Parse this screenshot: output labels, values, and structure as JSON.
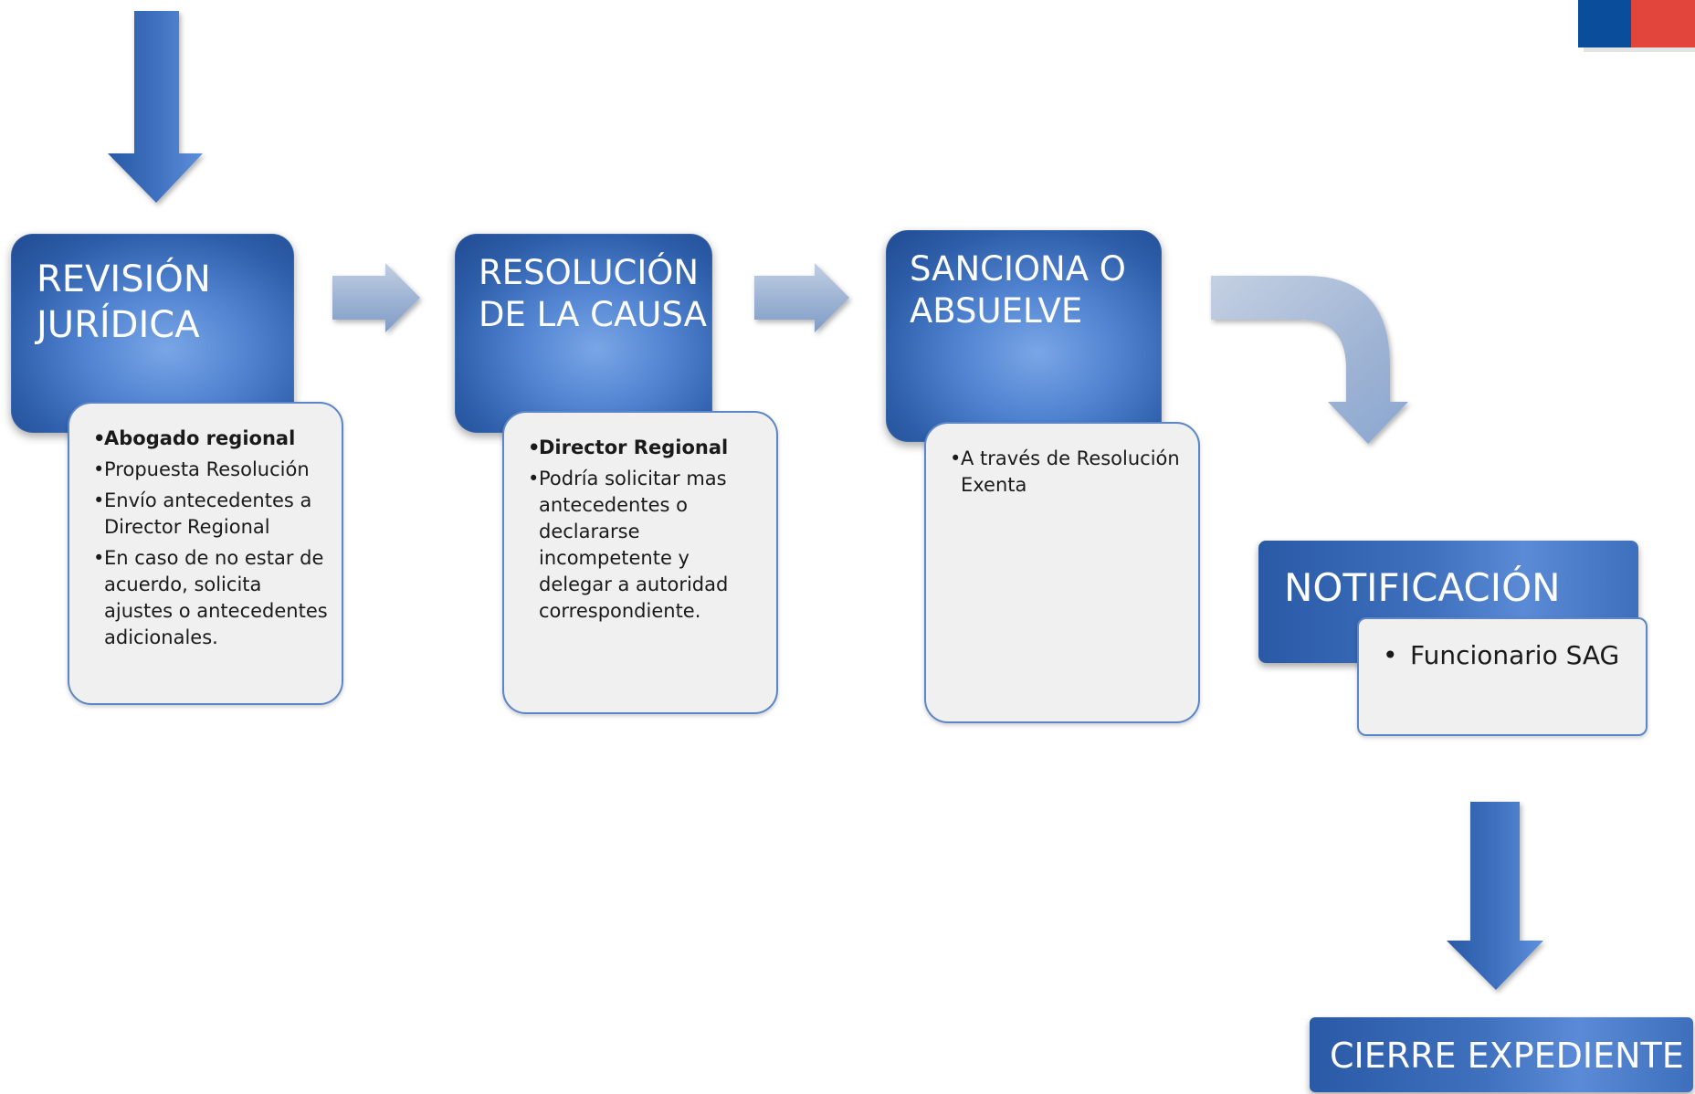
{
  "stages": {
    "revision": {
      "title": "REVISIÓN\nJURÍDICA",
      "items": [
        {
          "text": "Abogado regional",
          "bold": true
        },
        {
          "text": "Propuesta Resolución",
          "bold": false
        },
        {
          "text": "Envío antecedentes a Director Regional",
          "bold": false
        },
        {
          "text": "En caso de no estar de acuerdo, solicita ajustes o antecedentes adicionales.",
          "bold": false
        }
      ]
    },
    "resolucion": {
      "title": "RESOLUCIÓN\nDE LA CAUSA",
      "items": [
        {
          "text": "Director Regional",
          "bold": true
        },
        {
          "text": "Podría solicitar mas antecedentes o declararse incompetente y delegar a autoridad correspondiente.",
          "bold": false
        }
      ]
    },
    "sanciona": {
      "title": "SANCIONA O\nABSUELVE",
      "items": [
        {
          "text": "A través de Resolución Exenta",
          "bold": false
        }
      ]
    },
    "notificacion": {
      "title": "NOTIFICACIÓN",
      "items": [
        {
          "text": "Funcionario SAG",
          "bold": false
        }
      ]
    },
    "cierre": {
      "title": "CIERRE EXPEDIENTE"
    }
  },
  "colors": {
    "stage_blue_dark": "#1f4b92",
    "stage_blue_light": "#7aa6e6",
    "card_background": "#f0f0f0",
    "card_border": "#5b86c8",
    "arrow_dark": "#2f5ea8",
    "arrow_light": "#b6c6de",
    "flag_blue": "#0a4e9b",
    "flag_red": "#e2453b"
  }
}
